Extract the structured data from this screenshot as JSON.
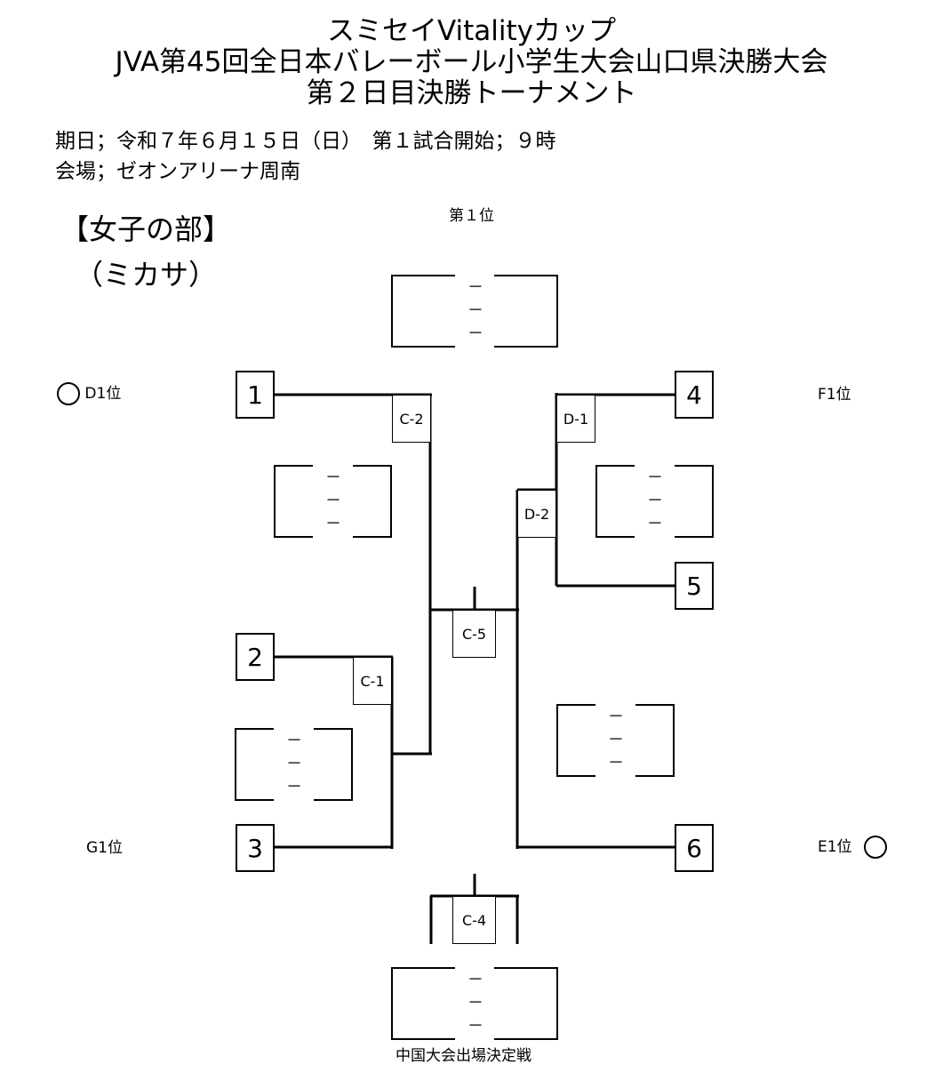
{
  "header": {
    "title_line1": "スミセイVitalityカップ",
    "title_line2": "JVA第45回全日本バレーボール小学生大会山口県決勝大会",
    "title_line3": "第２日目決勝トーナメント",
    "date_line": "期日；令和７年６月１５日（日）　第１試合開始；９時",
    "venue_line": "会場；ゼオンアリーナ周南"
  },
  "section": {
    "category": "【女子の部】",
    "ball": "（ミカサ）"
  },
  "bracket": {
    "first_place_label": "第１位",
    "final_label": "中国大会出場決定戦",
    "dash": "－",
    "teams": {
      "t1": "1",
      "t2": "2",
      "t3": "3",
      "t4": "4",
      "t5": "5",
      "t6": "6"
    },
    "seeds": {
      "left_top": "D1位",
      "left_bottom": "G1位",
      "right_top": "F1位",
      "right_bottom": "E1位"
    },
    "matches": {
      "c1": "C-1",
      "c2": "C-2",
      "c4": "C-4",
      "c5": "C-5",
      "d1": "D-1",
      "d2": "D-2"
    }
  }
}
